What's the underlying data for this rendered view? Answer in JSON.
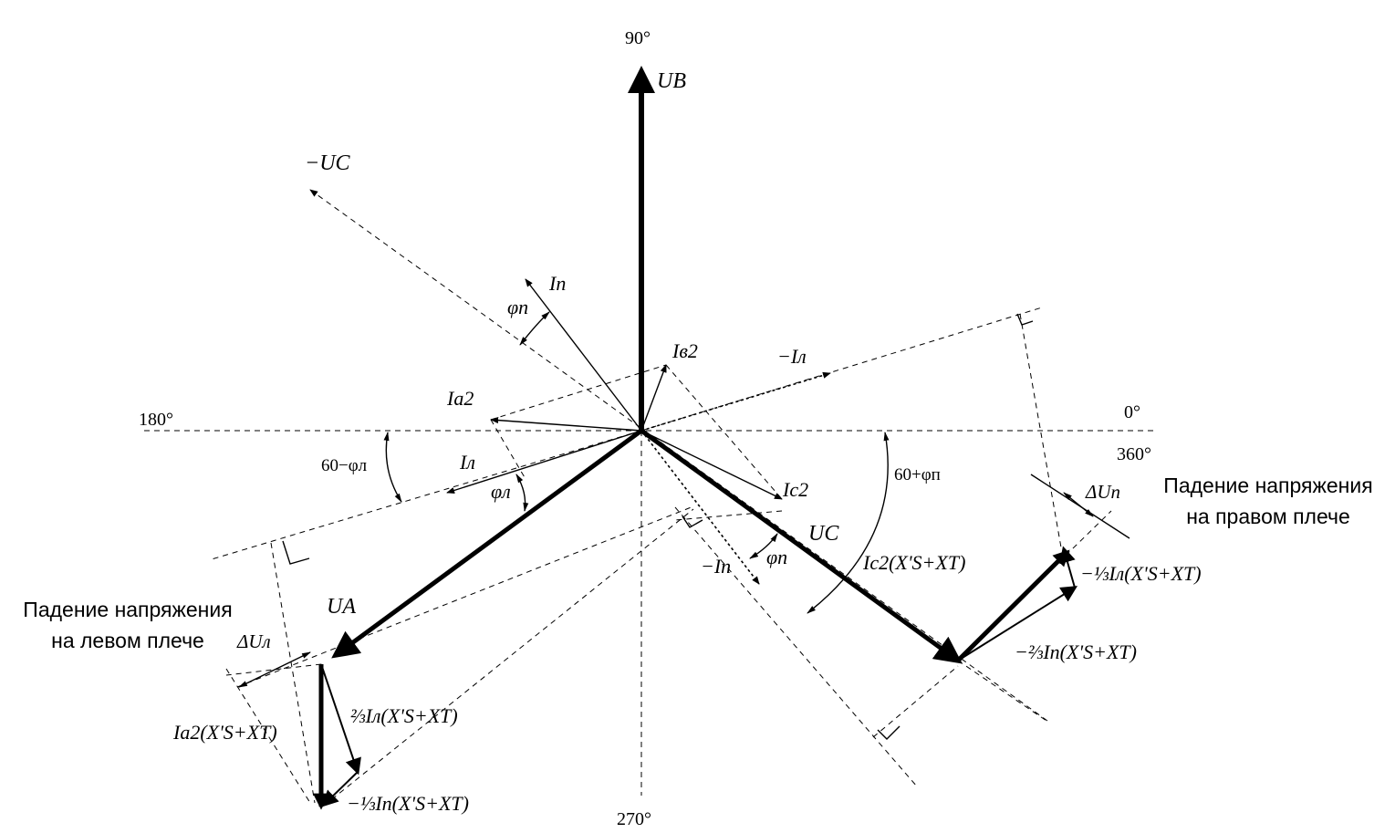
{
  "angles": {
    "deg90": "90°",
    "deg0": "0°",
    "deg180": "180°",
    "deg270": "270°",
    "deg360": "360°",
    "deg60_minus_phi_l": "60−φл",
    "deg60_plus_phi_p": "60+φп"
  },
  "phasors": {
    "UB": "UB",
    "UA": "UA",
    "UC": "UC",
    "minus_UC": "−UC",
    "I_p": "Iп",
    "I_l": "Iл",
    "minus_I_l": "−Iл",
    "minus_I_p": "−Iп",
    "I_a2": "Iа2",
    "I_b2": "Iв2",
    "I_c2": "Ic2",
    "phi_p": "φп",
    "phi_l": "φл"
  },
  "drops": {
    "delta_U_l": "ΔUл",
    "delta_U_p": "ΔUп",
    "Ia2_term": "Iа2(X'S+XT)",
    "two_thirds_Il": "⅔Iл(X'S+XT)",
    "minus_third_Ip": "−⅓Iп(X'S+XT)",
    "Ic2_term": "Ic2(X'S+XT)",
    "minus_third_Il": "−⅓Iл(X'S+XT)",
    "minus_two_thirds_Ip": "−⅔Iп(X'S+XT)"
  },
  "captions": {
    "left_line1": "Падение напряжения",
    "left_line2": "на левом плече",
    "right_line1": "Падение напряжения",
    "right_line2": "на правом плече"
  }
}
